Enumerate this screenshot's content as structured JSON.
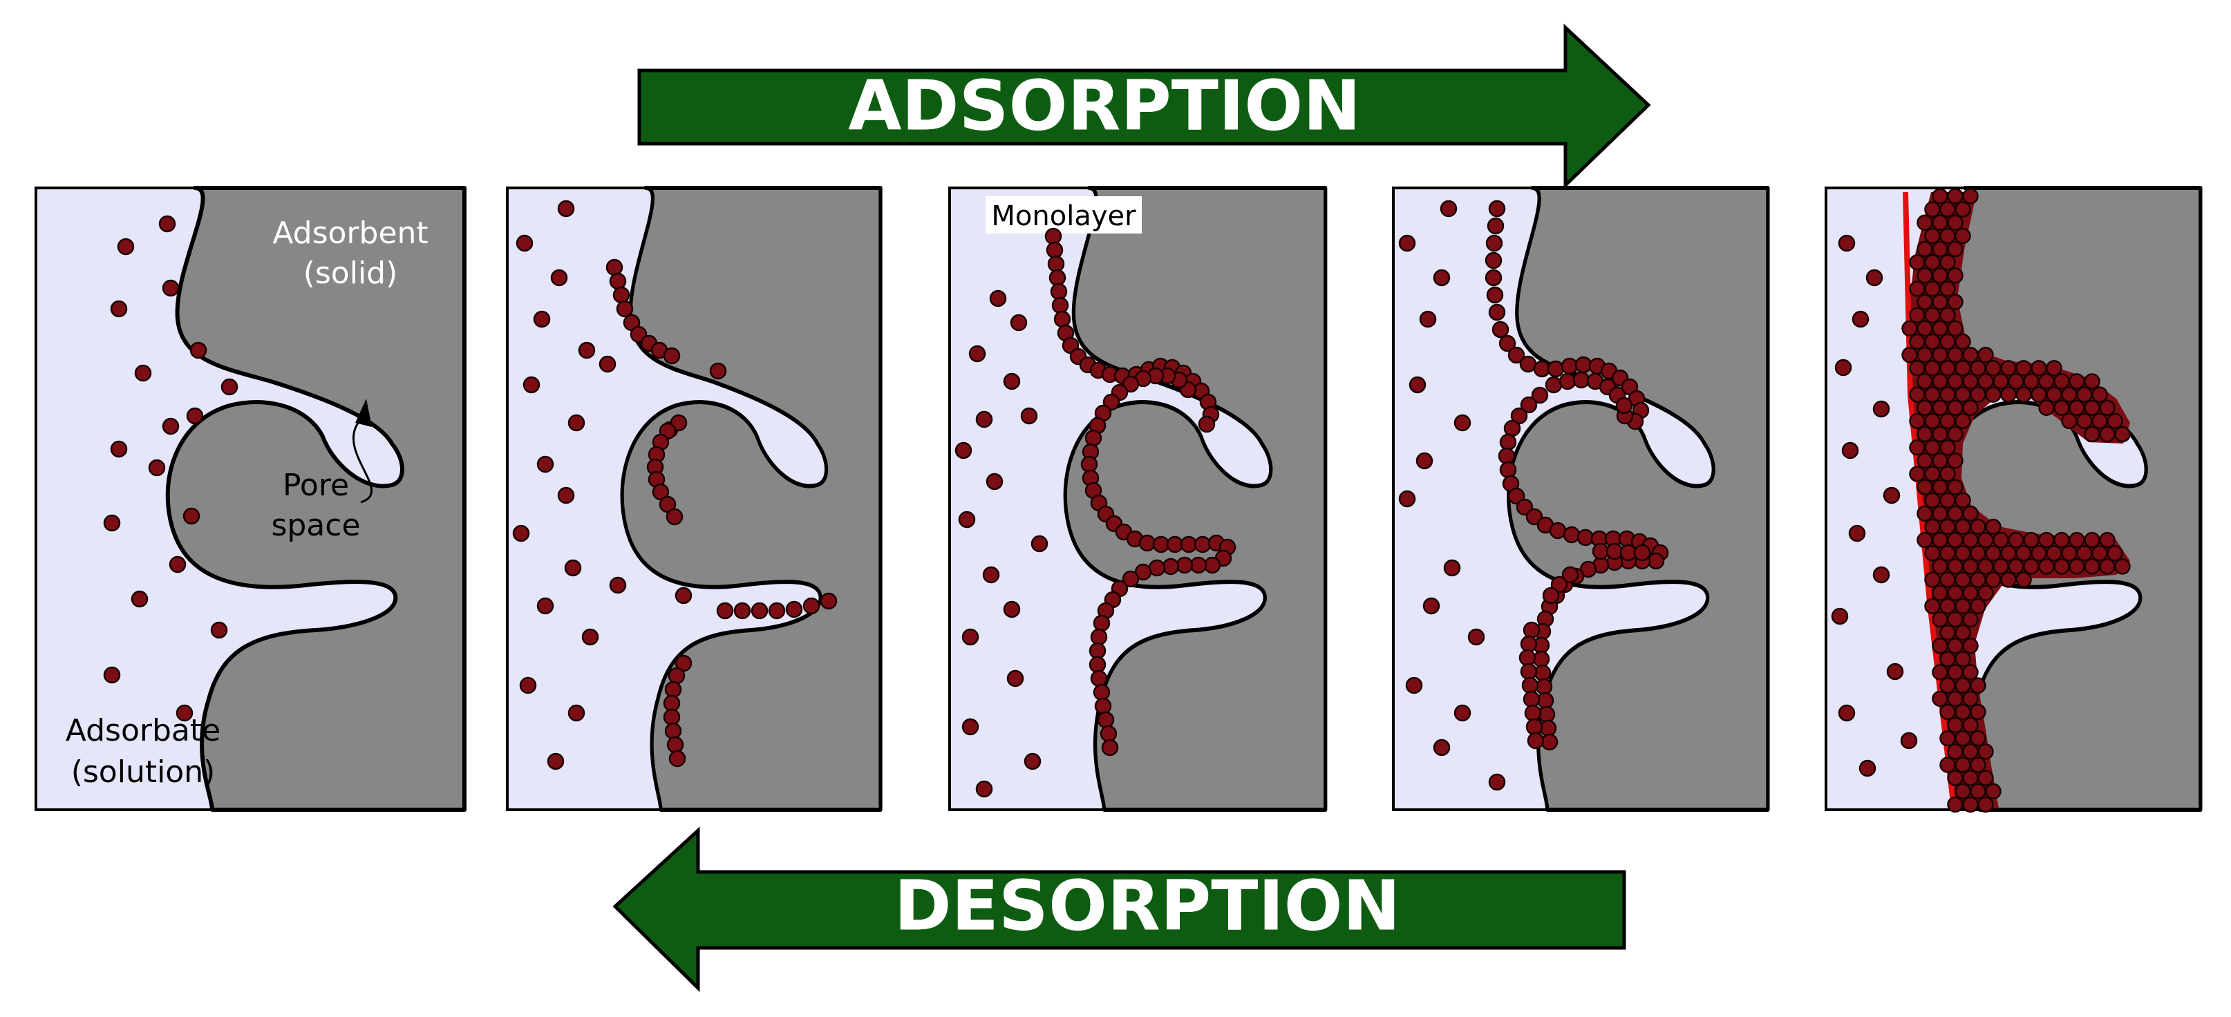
{
  "arrows": {
    "adsorption": "ADSORPTION",
    "desorption": "DESORPTION"
  },
  "labels": {
    "adsorbent_line1": "Adsorbent",
    "adsorbent_line2": "(solid)",
    "pore_line1": "Pore",
    "pore_line2": "space",
    "adsorbate_line1": "Adsorbate",
    "adsorbate_line2": "(solution)",
    "monolayer": "Monolayer"
  },
  "colors": {
    "arrow_fill": "#0e5c12",
    "solid": "#878787",
    "solution": "#e6e6fb",
    "molecule": "#7a0e14",
    "molecule_edge": "#1a0000",
    "outline": "#000000",
    "meniscus": "#e01010"
  }
}
